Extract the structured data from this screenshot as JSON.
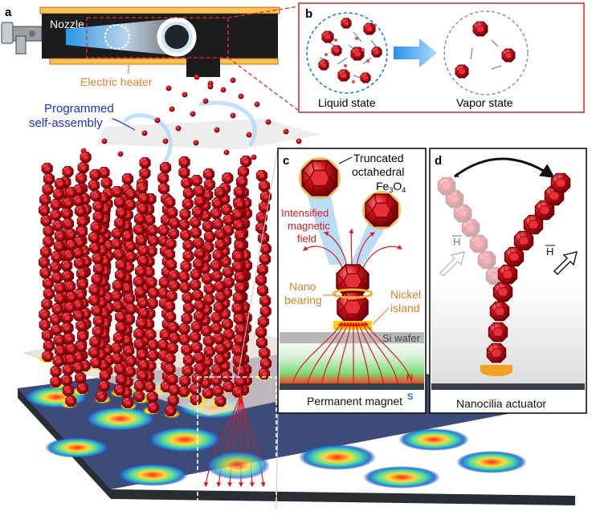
{
  "panel_a": {
    "letter": "a",
    "nozzle": "Nozzle",
    "heater": "Electric heater",
    "assembly_line1": "Programmed",
    "assembly_line2": "self-assembly"
  },
  "panel_b": {
    "letter": "b",
    "liquid": "Liquid state",
    "vapor": "Vapor state"
  },
  "panel_c": {
    "letter": "c",
    "particle_line1": "Truncated",
    "particle_line2": "octahedral",
    "particle_line3": "Fe",
    "particle_sub3": "3",
    "particle_o": "O",
    "particle_sub4": "4",
    "field_line1": "Intensified",
    "field_line2": "magnetic",
    "field_line3": "field",
    "bearing_line1": "Nano",
    "bearing_line2": "bearing",
    "island_line1": "Nickel",
    "island_line2": "island",
    "wafer": "Si wafer",
    "pole_n": "N",
    "pole_s": "S",
    "magnet": "Permanent magnet"
  },
  "panel_d": {
    "letter": "d",
    "field_h": "H",
    "caption": "Nanocilia actuator"
  },
  "colors": {
    "particle": "#d0101a",
    "particle_dark": "#8a0008",
    "frame": "#e03030",
    "heater": "#f2c64a",
    "label_orange": "#d9822b",
    "label_blue": "#1b2fd6",
    "label_red": "#e01818",
    "base": "#3a3f48"
  }
}
